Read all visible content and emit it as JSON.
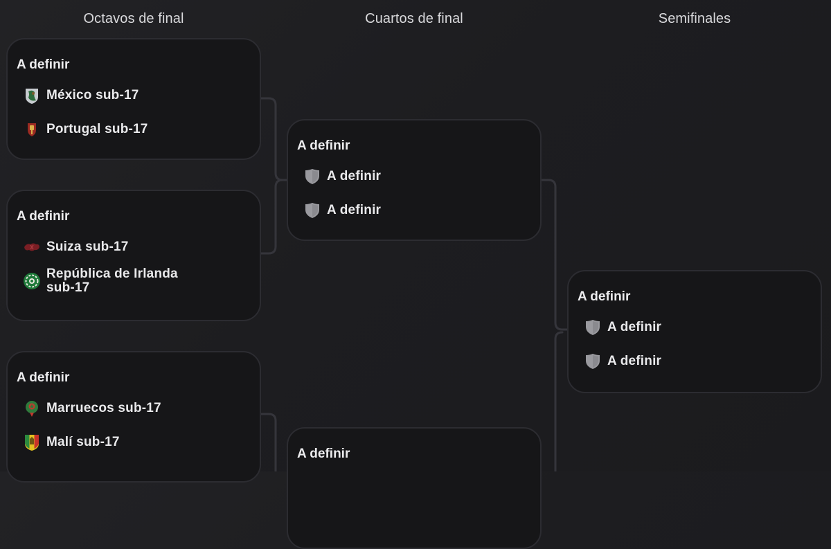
{
  "rounds": [
    {
      "title": "Octavos de final"
    },
    {
      "title": "Cuartos de final"
    },
    {
      "title": "Semifinales"
    }
  ],
  "matches": {
    "r16_1": {
      "status": "A definir",
      "teams": [
        {
          "name": "México sub-17",
          "icon": "mexico-crest-icon"
        },
        {
          "name": "Portugal sub-17",
          "icon": "portugal-crest-icon"
        }
      ]
    },
    "r16_2": {
      "status": "A definir",
      "teams": [
        {
          "name": "Suiza sub-17",
          "icon": "switzerland-crest-icon"
        },
        {
          "name": "República de Irlanda sub-17",
          "icon": "ireland-crest-icon"
        }
      ]
    },
    "r16_3": {
      "status": "A definir",
      "teams": [
        {
          "name": "Marruecos sub-17",
          "icon": "morocco-crest-icon"
        },
        {
          "name": "Malí sub-17",
          "icon": "mali-crest-icon"
        }
      ]
    },
    "qf_1": {
      "status": "A definir",
      "teams": [
        {
          "name": "A definir",
          "icon": "placeholder-shield-icon"
        },
        {
          "name": "A definir",
          "icon": "placeholder-shield-icon"
        }
      ]
    },
    "qf_2": {
      "status": "A definir"
    },
    "sf_1": {
      "status": "A definir",
      "teams": [
        {
          "name": "A definir",
          "icon": "placeholder-shield-icon"
        },
        {
          "name": "A definir",
          "icon": "placeholder-shield-icon"
        }
      ]
    }
  },
  "colors": {
    "background": "#1e1e21",
    "card": "#161618",
    "card_border": "#2c2c31",
    "connector": "#35353b",
    "text": "#e9e9eb",
    "placeholder_shield": "#9a9a9f"
  }
}
